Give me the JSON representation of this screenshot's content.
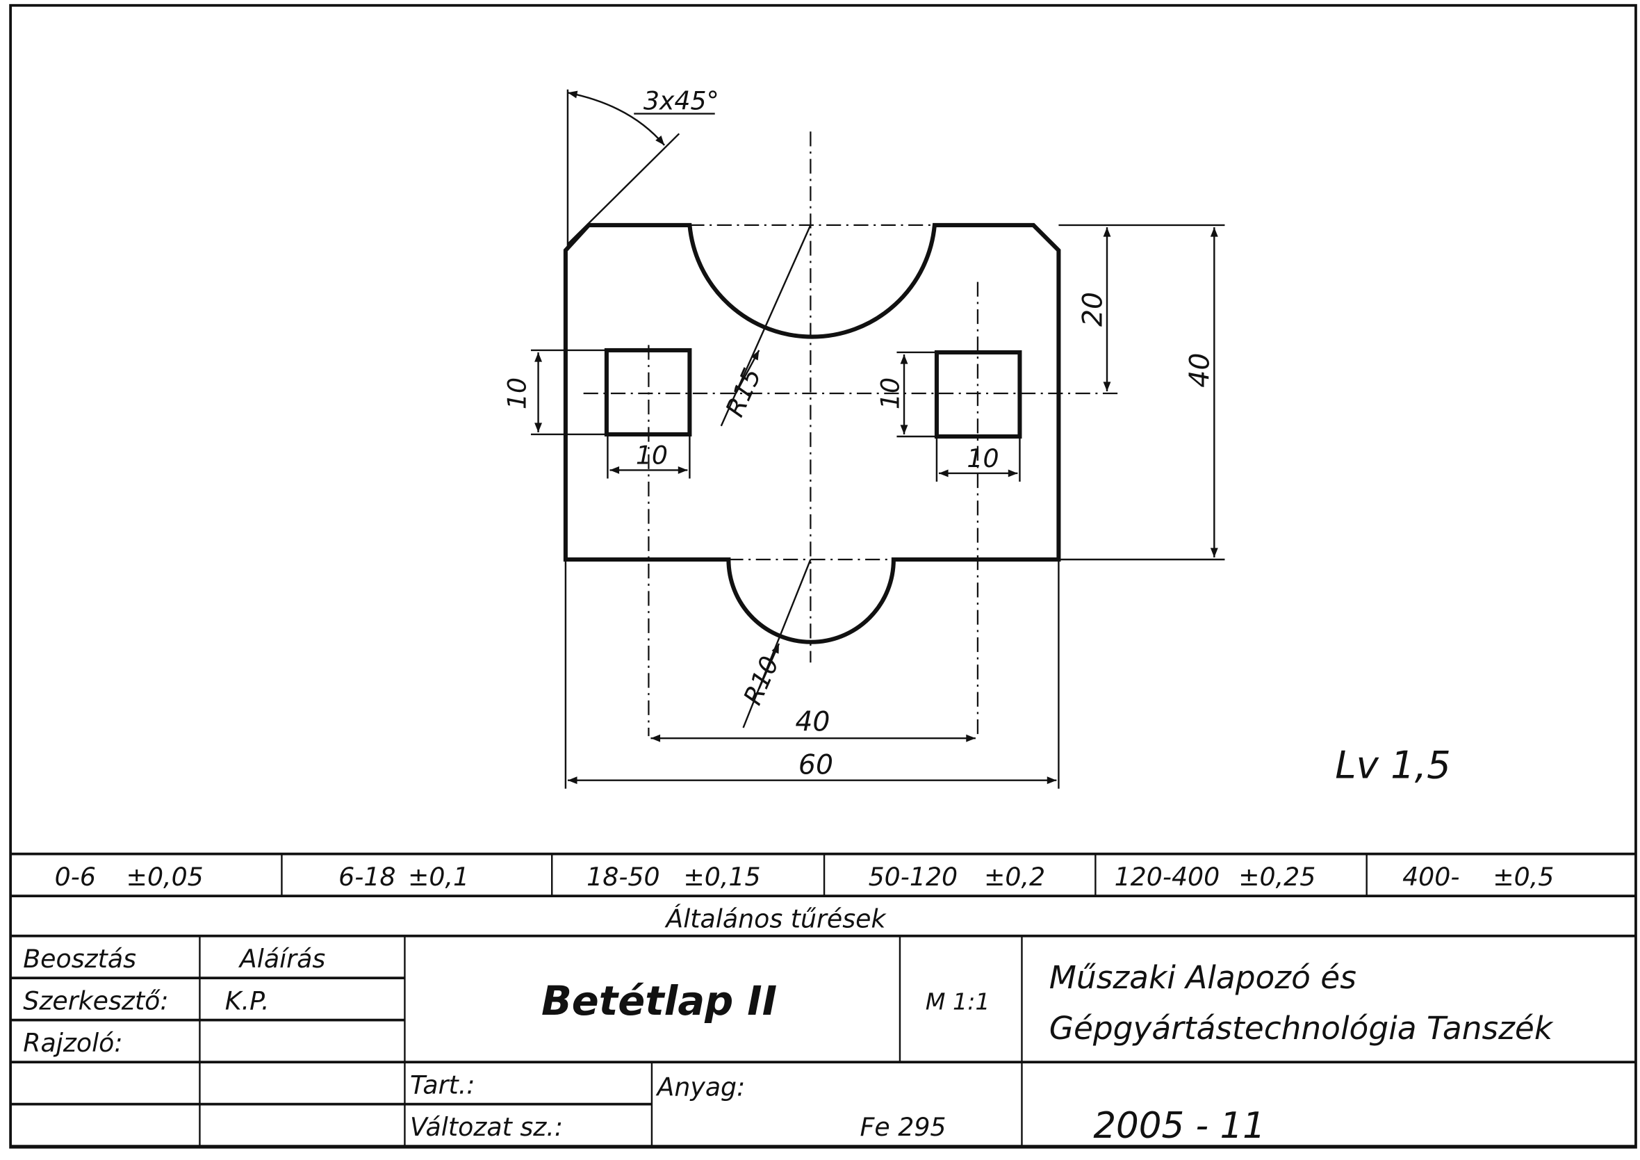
{
  "drawing": {
    "chamfer": "3x45°",
    "dims": {
      "slot_top_radius": "R15",
      "slot_bottom_radius": "R10",
      "left_square_height": "10",
      "left_square_width": "10",
      "right_square_height": "10",
      "right_square_width": "10",
      "hole_spacing": "40",
      "overall_width": "60",
      "center_height": "20",
      "overall_height": "40"
    },
    "sheet_thickness": "Lv 1,5"
  },
  "tolerances": {
    "ranges": [
      {
        "range": "0-6",
        "tol": "±0,05"
      },
      {
        "range": "6-18",
        "tol": "±0,1"
      },
      {
        "range": "18-50",
        "tol": "±0,15"
      },
      {
        "range": "50-120",
        "tol": "±0,2"
      },
      {
        "range": "120-400",
        "tol": "±0,25"
      },
      {
        "range": "400-",
        "tol": "±0,5"
      }
    ],
    "caption": "Általános tűrések"
  },
  "title_block": {
    "role_header": "Beosztás",
    "signature_header": "Aláírás",
    "editor_label": "Szerkesztő:",
    "editor_value": "K.P.",
    "drafter_label": "Rajzoló:",
    "title": "Betétlap II",
    "scale": "M 1:1",
    "institution_line1": "Műszaki Alapozó és",
    "institution_line2": "Gépgyártástechnológia Tanszék",
    "contains_label": "Tart.:",
    "version_label": "Változat sz.:",
    "material_label": "Anyag:",
    "material_value": "Fe 295",
    "date": "2005 - 11"
  }
}
